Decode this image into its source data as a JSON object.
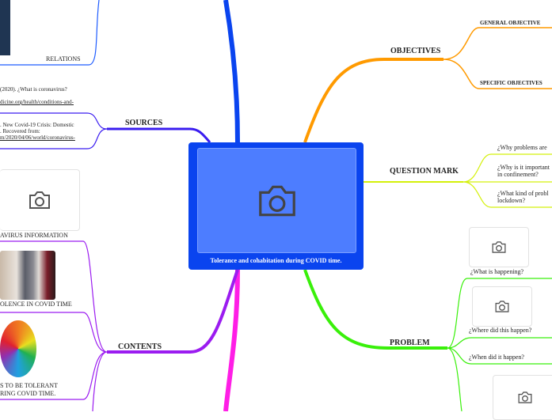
{
  "central": {
    "title": "Tolerance and cohabitation during COVID time.",
    "icon": "camera-icon",
    "color": "#0a44ef"
  },
  "branches": {
    "relations": {
      "label": "RELATIONS",
      "color": "#1e5cff"
    },
    "sources": {
      "label": "SOURCES",
      "color": "#3a1cf0",
      "items": [
        {
          "line1": "(2020). ¿What is coronavirus?",
          "line2": "dicine.org/health/conditions-and-"
        },
        {
          "line1": ". New Covid-19 Crisis: Domestic",
          "line2": ". Recovered from:",
          "line3": "m/2020/04/06/world/coronavirus-"
        }
      ]
    },
    "contents": {
      "label": "CONTENTS",
      "color": "#9b1cf0",
      "items": [
        "AVIRUS INFORMATION",
        "OLENCE IN COVID TIME",
        "S TO BE TOLERANT",
        "RING COVID TIME."
      ]
    },
    "objectives": {
      "label": "OBJECTIVES",
      "color": "#ff9a00",
      "items": [
        "GENERAL OBJECTIVE",
        "SPECIFIC OBJECTIVES"
      ]
    },
    "question_mark": {
      "label": "QUESTION MARK",
      "color": "#d4f00a",
      "items": [
        "¿Why problems are",
        "¿Why is it important",
        "in confinement?",
        "¿What kind of probl",
        "lockdown?"
      ]
    },
    "problem": {
      "label": "PROBLEM",
      "color": "#39f00a",
      "items": [
        "¿What is happening?",
        "¿Where did this happen?",
        "¿When did it happen?"
      ]
    },
    "other": {
      "color": "#ff1ee6"
    }
  }
}
